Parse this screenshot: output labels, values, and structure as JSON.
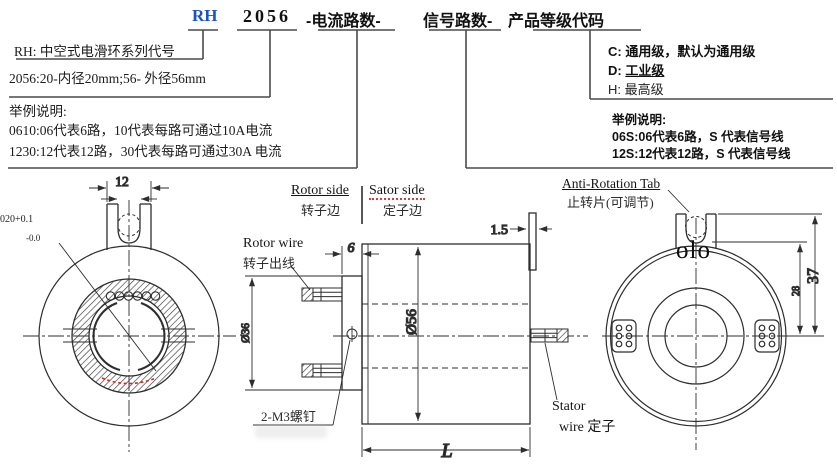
{
  "colors": {
    "accent_blue": "#1a53c2",
    "line": "#2e2e2e",
    "red_mark": "#cc2a2a"
  },
  "model_code": {
    "series": "RH",
    "size": "2056",
    "current_slot": "-电流路数-",
    "signal_slot": "信号路数-",
    "grade_slot": "产品等级代码"
  },
  "series_note": "RH:  中空式电滑环系列代号",
  "size_note": "2056:20-内径20mm;56- 外径56mm",
  "current_examples": {
    "heading": "举例说明:",
    "line1": "0610:06代表6路，10代表每路可通过10A电流",
    "line2": "1230:12代表12路，30代表每路可通过30A 电流"
  },
  "grade_levels": {
    "c": "C:  通用级，默认为通用级",
    "d_prefix": "D:  ",
    "d_text": "工业级",
    "h": "H:  最高级"
  },
  "signal_examples": {
    "heading": "举例说明:",
    "line1": "06S:06代表6路，S 代表信号线",
    "line2": "12S:12代表12路，S 代表信号线"
  },
  "front_view": {
    "dim_tab_width": "12",
    "bore_dim": "020+0.1",
    "bore_tol": "-0.0"
  },
  "side_view": {
    "rotor_side_en": "Rotor side",
    "rotor_side_cn": "转子边",
    "stator_side_en": "Sator side",
    "stator_side_cn": "定子边",
    "rotor_wire_en": "Rotor wire",
    "rotor_wire_cn": "转子出线",
    "dim_flange_width": "6",
    "dim_tab_plate": "1.5",
    "dim_body_od": "Ø56",
    "dim_flange_od": "Ø36",
    "screw_note": "2-M3螺钉",
    "stator_wire_l1": "Stator",
    "stator_wire_l2": "wire 定子",
    "dim_length": "L"
  },
  "rear_view": {
    "tab_en": "Anti-Rotation Tab",
    "tab_cn": "止转片(可调节)",
    "tab_mark": "olo",
    "dim_center_to_rim": "28",
    "dim_center_to_tab": "37"
  }
}
